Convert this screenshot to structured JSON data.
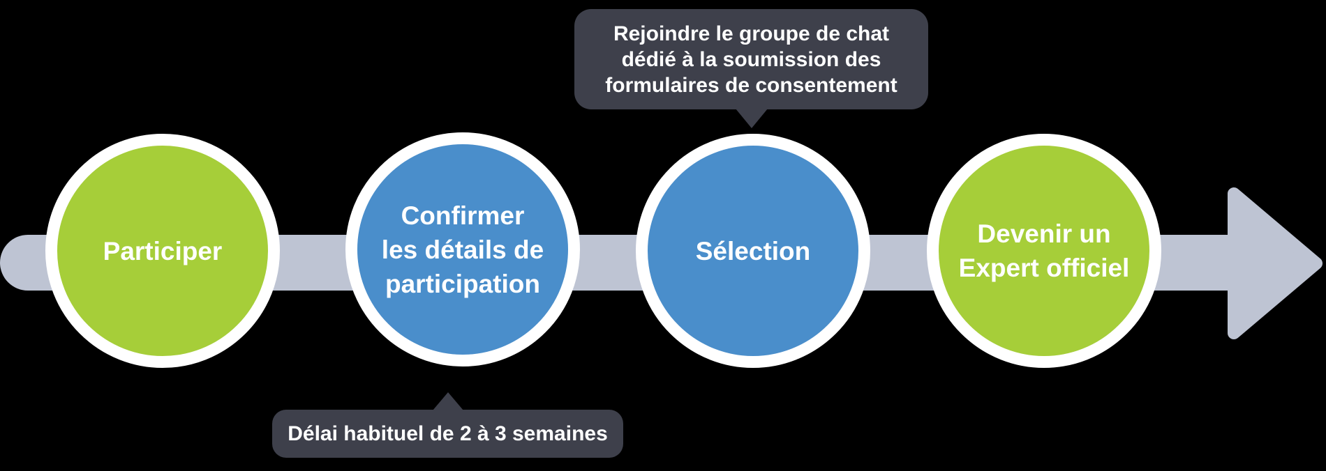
{
  "diagram": {
    "type": "process-flow-timeline",
    "direction": "left-to-right",
    "steps": [
      {
        "id": 1,
        "label_lines": [
          "Participer"
        ],
        "color_name": "green"
      },
      {
        "id": 2,
        "label_lines": [
          "Confirmer",
          "les détails de",
          "participation"
        ],
        "color_name": "blue"
      },
      {
        "id": 3,
        "label_lines": [
          "Sélection"
        ],
        "color_name": "blue"
      },
      {
        "id": 4,
        "label_lines": [
          "Devenir un",
          "Expert officiel"
        ],
        "color_name": "green"
      }
    ],
    "tooltips": {
      "top": {
        "lines": [
          "Rejoindre le groupe de chat",
          "dédié à la soumission des",
          "formulaires de consentement"
        ]
      },
      "bottom": {
        "lines": [
          "Délai habituel de 2 à 3 semaines"
        ]
      }
    }
  },
  "colors": {
    "green": "#a6ce39",
    "blue": "#4a8ecb",
    "gray": "#bec4d3",
    "dark": "#3e404b",
    "white": "#ffffff",
    "background": "#000000"
  }
}
